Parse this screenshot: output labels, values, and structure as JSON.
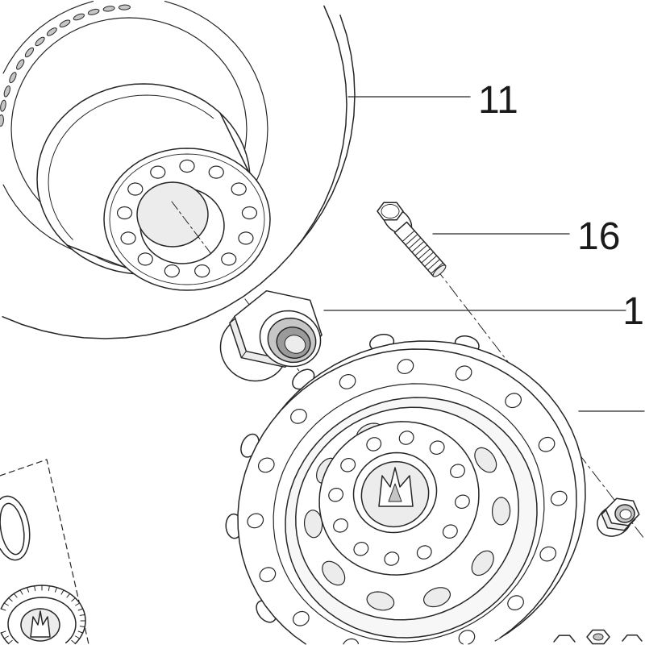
{
  "callouts": {
    "disc": "11",
    "bolt": "16",
    "nut": "1"
  },
  "colors": {
    "line": "#262626",
    "paper": "#ffffff",
    "shade_faint": "#f7f7f7",
    "shade_light": "#ececec",
    "shade_mid": "#c6c6c6",
    "shade_dark": "#9a9a9a"
  }
}
